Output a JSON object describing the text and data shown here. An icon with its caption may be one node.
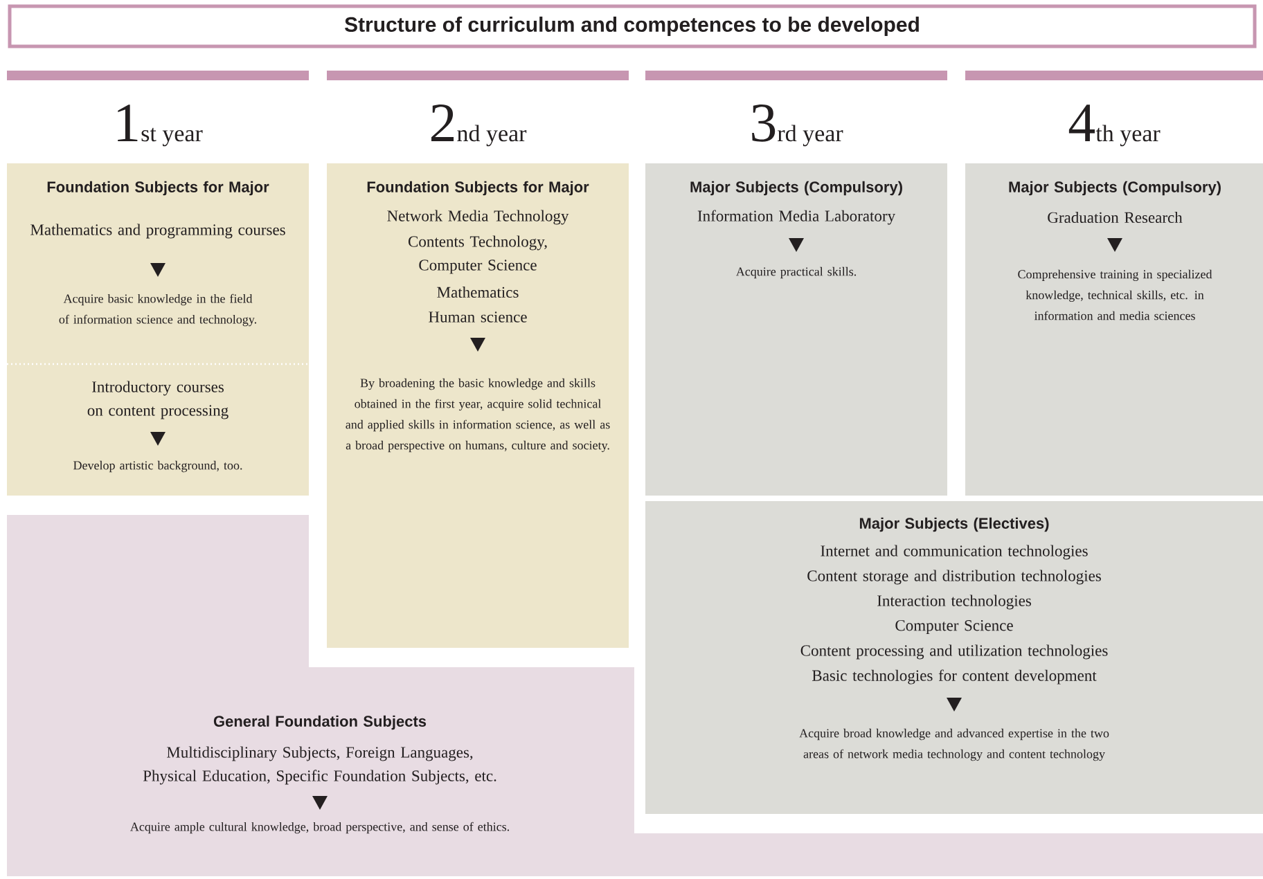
{
  "diagram": {
    "title": "Structure of curriculum and competences to be developed",
    "nodes": [
      {
        "text": [
          "Foundation Subjects for Major",
          "Mathematics and programming courses",
          "Acquire basic knowledge in the field of information science and technology.",
          "Introductory courses on content processing",
          "Develop artistic background, too."
        ]
      },
      {
        "text": [
          "Foundation Subjects for Major",
          "Network Media Technology",
          "Contents Technology, Computer Science",
          "Mathematics",
          "Human science",
          "By broadening the basic knowledge and skills obtained in the first year, acquire solid technical and applied skills in information science, as well as a broad perspective on humans, culture and society."
        ]
      },
      {
        "text": [
          "Major Subjects (Compulsory)",
          "Information Media Laboratory",
          "Acquire practical skills."
        ]
      },
      {
        "text": [
          "Major Subjects (Compulsory)",
          "Graduation Research",
          "Comprehensive training in specialized knowledge, technical skills, etc. in information and media sciences"
        ]
      },
      {
        "text": [
          "Major Subjects (Electives)",
          "Internet and communication technologies",
          "Content storage and distribution technologies",
          "Interaction technologies",
          "Computer Science",
          "Content processing and utilization technologies",
          "Basic technologies for content development",
          "Acquire broad knowledge and advanced expertise in the two areas of network media technology and content technology"
        ]
      },
      {
        "text": [
          "General Foundation Subjects",
          "Multidisciplinary Subjects, Foreign Languages, Physical Education, Specific Foundation Subjects, etc.",
          "Acquire ample cultural knowledge, broad perspective, and sense of ethics."
        ]
      }
    ],
    "labels": [
      "1",
      "st year",
      "2",
      "nd year",
      "3",
      "rd year",
      "4",
      "th year"
    ]
  }
}
